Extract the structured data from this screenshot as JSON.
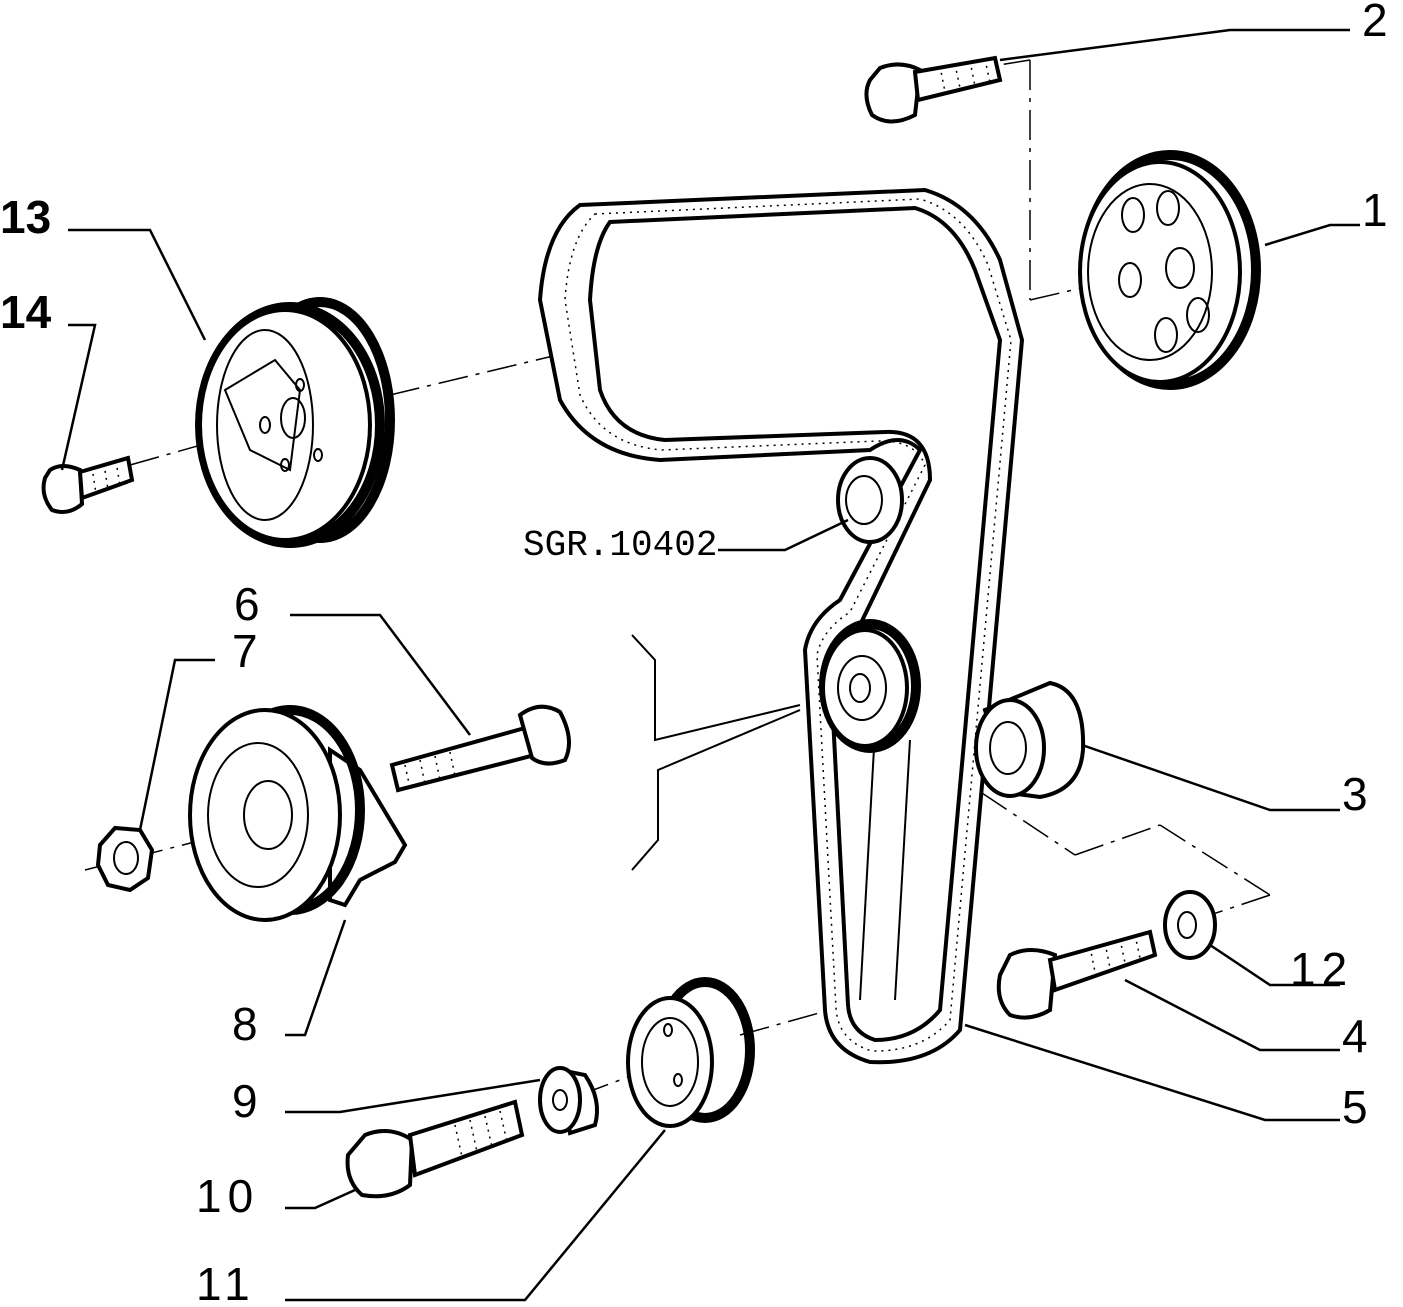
{
  "reference_code": "SGR.10402",
  "callouts": {
    "c1": "1",
    "c2": "2",
    "c3": "3",
    "c4": "4",
    "c5": "5",
    "c6": "6",
    "c7": "7",
    "c8": "8",
    "c9": "9",
    "c10": "10",
    "c11": "11",
    "c12": "12",
    "c13": "13",
    "c14": "14"
  }
}
